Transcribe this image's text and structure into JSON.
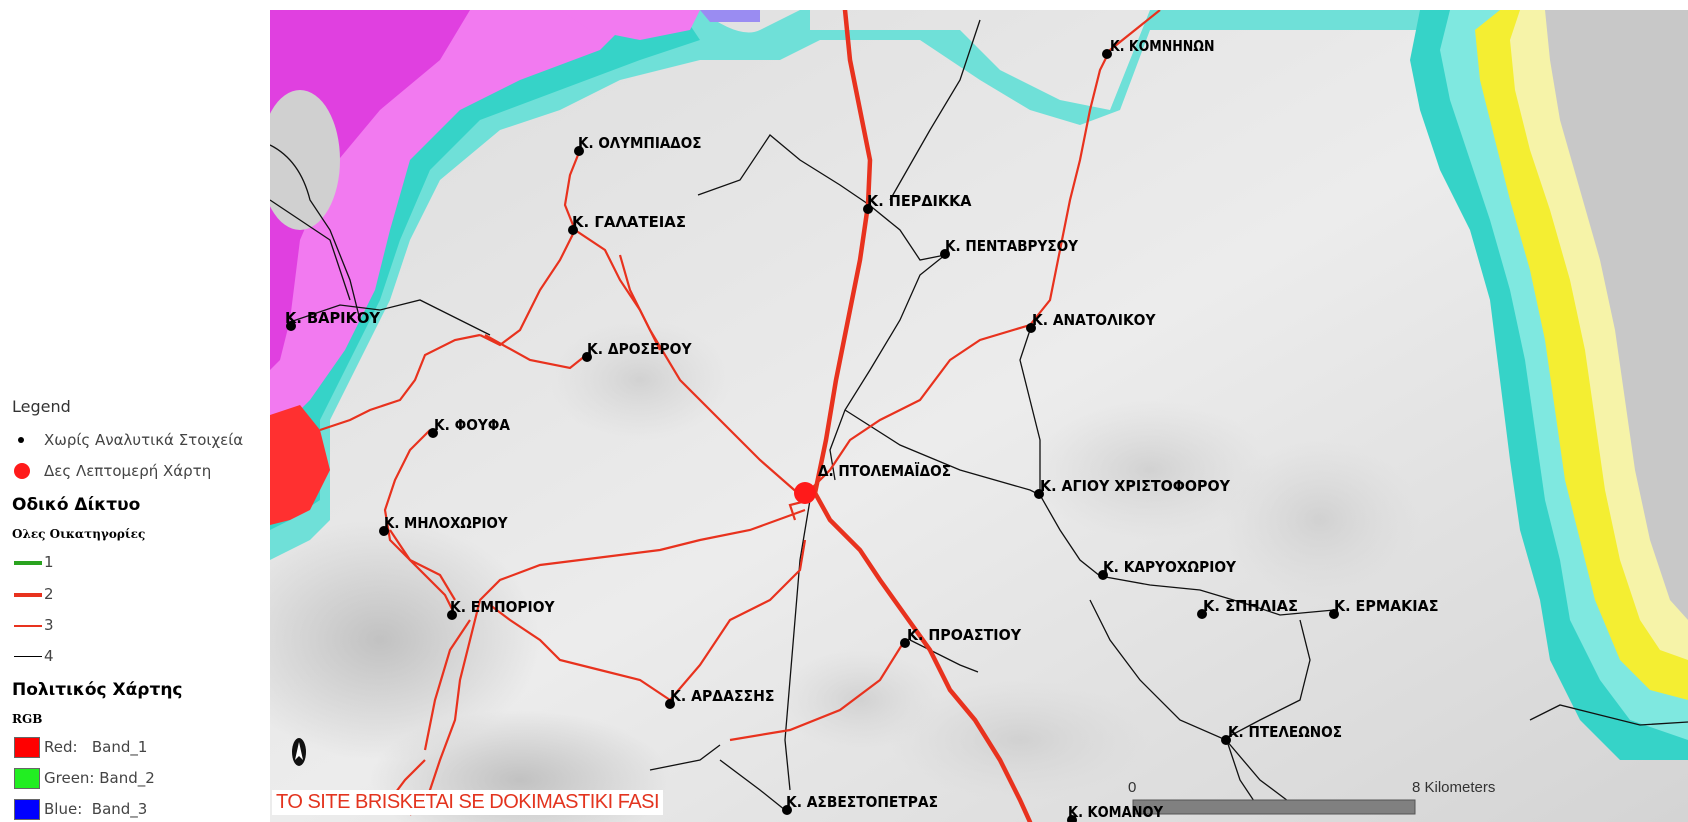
{
  "legend": {
    "title": "Legend",
    "points": [
      {
        "label": "Χωρίς Αναλυτικά Στοιχεία",
        "symbol": "small-black-dot",
        "color": "#000000"
      },
      {
        "label": "Δες Λεπτομερή Χάρτη",
        "symbol": "large-red-dot",
        "color": "#ff1a1a"
      }
    ],
    "road_network": {
      "title": "Οδικό Δίκτυο",
      "subtitle": "Ολες Οικατηγορίες",
      "classes": [
        {
          "label": "1",
          "color": "#2aa31f"
        },
        {
          "label": "2",
          "color": "#e8321e"
        },
        {
          "label": "3",
          "color": "#e8321e"
        },
        {
          "label": "4",
          "color": "#000000"
        }
      ]
    },
    "political_map": {
      "title": "Πολιτικός Χάρτης",
      "subtitle": "RGB",
      "bands": [
        {
          "label": "Red:   Band_1",
          "color": "#ff0000"
        },
        {
          "label": "Green: Band_2",
          "color": "#22ee22"
        },
        {
          "label": "Blue:  Band_3",
          "color": "#0000ff"
        }
      ]
    }
  },
  "map": {
    "places": [
      {
        "id": "komninon",
        "name": "Κ. ΚΟΜΝΗΝΩΝ",
        "type": "village"
      },
      {
        "id": "olympiados",
        "name": "Κ. ΟΛΥΜΠΙΑΔΟΣ",
        "type": "village"
      },
      {
        "id": "perdikka",
        "name": "Κ. ΠΕΡΔΙΚΚΑ",
        "type": "village"
      },
      {
        "id": "galateias",
        "name": "Κ. ΓΑΛΑΤΕΙΑΣ",
        "type": "village"
      },
      {
        "id": "pentavrysou",
        "name": "Κ. ΠΕΝΤΑΒΡΥΣΟΥ",
        "type": "village"
      },
      {
        "id": "varikou",
        "name": "Κ. ΒΑΡΙΚΟΥ",
        "type": "village"
      },
      {
        "id": "anatolikou",
        "name": "Κ. ΑΝΑΤΟΛΙΚΟΥ",
        "type": "village"
      },
      {
        "id": "droserou",
        "name": "Κ. ΔΡΟΣΕΡΟΥ",
        "type": "village"
      },
      {
        "id": "foufa",
        "name": "Κ. ΦΟΥΦΑ",
        "type": "village"
      },
      {
        "id": "ptolemaidos",
        "name": "Δ. ΠΤΟΛΕΜΑΪΔΟΣ",
        "type": "municipality"
      },
      {
        "id": "agiou_christoforou",
        "name": "Κ. ΑΓΙΟΥ ΧΡΙΣΤΟΦΟΡΟΥ",
        "type": "village"
      },
      {
        "id": "milochoriou",
        "name": "Κ. ΜΗΛΟΧΩΡΙΟΥ",
        "type": "village"
      },
      {
        "id": "karyochoriou",
        "name": "Κ. ΚΑΡΥΟΧΩΡΙΟΥ",
        "type": "village"
      },
      {
        "id": "emporiou",
        "name": "Κ. ΕΜΠΟΡΙΟΥ",
        "type": "village"
      },
      {
        "id": "spilias",
        "name": "Κ. ΣΠΗΛΙΑΣ",
        "type": "village"
      },
      {
        "id": "ermakias",
        "name": "Κ. ΕΡΜΑΚΙΑΣ",
        "type": "village"
      },
      {
        "id": "proastiou",
        "name": "Κ. ΠΡΟΑΣΤΙΟΥ",
        "type": "village"
      },
      {
        "id": "ardassis",
        "name": "Κ. ΑΡΔΑΣΣΗΣ",
        "type": "village"
      },
      {
        "id": "pteleonos",
        "name": "Κ. ΠΤΕΛΕΩΝΟΣ",
        "type": "village"
      },
      {
        "id": "asvestopetras",
        "name": "Κ. ΑΣΒΕΣΤΟΠΕΤΡΑΣ",
        "type": "village"
      },
      {
        "id": "komanou",
        "name": "Κ. ΚΟΜΑΝΟΥ",
        "type": "village"
      }
    ],
    "scalebar": {
      "start_label": "0",
      "end_label": "8 Kilometers"
    },
    "north_arrow": "north-arrow-icon"
  },
  "disclaimer": "TO SITE BRISKETAI SE DOKIMASTIKI FASI"
}
